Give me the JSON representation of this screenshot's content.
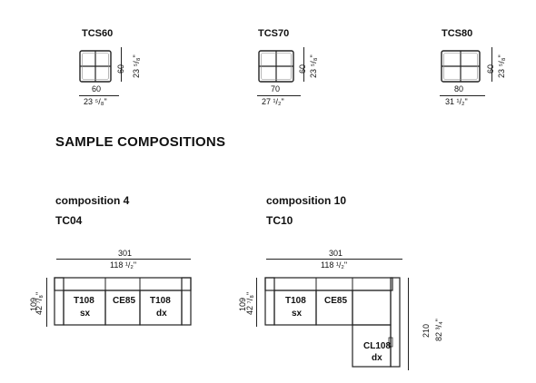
{
  "modules": [
    {
      "code": "TCS60",
      "width_cm": "60",
      "width_in": "23 ⁵/₈\"",
      "depth_cm": "60",
      "depth_in": "23 ⁵/₈\""
    },
    {
      "code": "TCS70",
      "width_cm": "70",
      "width_in": "27 ¹/₂\"",
      "depth_cm": "60",
      "depth_in": "23 ⁵/₈\""
    },
    {
      "code": "TCS80",
      "width_cm": "80",
      "width_in": "31 ¹/₂\"",
      "depth_cm": "60",
      "depth_in": "23 ⁵/₈\""
    }
  ],
  "section_title": "SAMPLE COMPOSITIONS",
  "compositions": [
    {
      "name": "composition 4",
      "code": "TC04",
      "width_cm": "301",
      "width_in": "118 ¹/₂\"",
      "depth_cm": "109",
      "depth_in": "42 ⁷/₈\"",
      "pieces": [
        {
          "line1": "T108",
          "line2": "sx"
        },
        {
          "line1": "CE85",
          "line2": ""
        },
        {
          "line1": "T108",
          "line2": "dx"
        }
      ]
    },
    {
      "name": "composition 10",
      "code": "TC10",
      "width_cm": "301",
      "width_in": "118 ¹/₂\"",
      "depth_cm": "109",
      "depth_in": "42 ⁷/₈\"",
      "depth2_cm": "210",
      "depth2_in": "82 ³/₄\"",
      "pieces": [
        {
          "line1": "T108",
          "line2": "sx"
        },
        {
          "line1": "CE85",
          "line2": ""
        },
        {
          "line1": "CL108",
          "line2": "dx"
        }
      ]
    }
  ]
}
